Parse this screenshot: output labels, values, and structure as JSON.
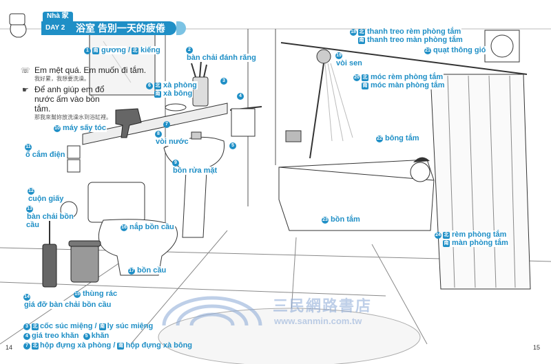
{
  "header": {
    "category": "Nhà 家",
    "day": "DAY 2",
    "title": "浴室  告別一天的疲倦"
  },
  "phrases": [
    {
      "vi": "Em mệt quá. Em muốn đi tắm.",
      "zh": "我好累，我想要洗澡。"
    },
    {
      "vi": "Để anh giúp em đổ nước ấm vào bồn tắm.",
      "zh": "那我來幫妳放洗澡水到浴缸裡。"
    }
  ],
  "labels": {
    "l1": {
      "num": "1",
      "kind": "南",
      "a": "gương",
      "sep": "/",
      "kind2": "北",
      "b": "kiếng"
    },
    "l2": {
      "num": "2",
      "a": "bàn chải đánh răng"
    },
    "l3": {
      "num": "3"
    },
    "l4": {
      "num": "4"
    },
    "l5": {
      "num": "5"
    },
    "l6": {
      "num": "6",
      "kind": "北",
      "a": "xà phòng",
      "kind2": "南",
      "b": "xà bông"
    },
    "l7": {
      "num": "7"
    },
    "l8": {
      "num": "8",
      "a": "vòi nước"
    },
    "l9": {
      "num": "9",
      "a": "bồn rửa mặt"
    },
    "l10": {
      "num": "10",
      "a": "máy sấy tóc"
    },
    "l11": {
      "num": "11",
      "a": "ổ cắm điện"
    },
    "l12": {
      "num": "12",
      "a": "cuộn giấy"
    },
    "l13": {
      "num": "13",
      "a": "bàn chải bồn cầu"
    },
    "l14": {
      "num": "14",
      "a": "giá đỡ bàn chải bồn cầu"
    },
    "l15": {
      "num": "15",
      "a": "thùng rác"
    },
    "l16": {
      "num": "16",
      "a": "nắp bồn cầu"
    },
    "l17": {
      "num": "17",
      "a": "bồn cầu"
    },
    "l18": {
      "num": "18",
      "kind": "北",
      "a": "thanh treo rèm phòng tắm",
      "kind2": "南",
      "b": "thanh treo màn phòng tắm"
    },
    "l19": {
      "num": "19",
      "a": "vòi sen"
    },
    "l20": {
      "num": "20",
      "kind": "北",
      "a": "móc rèm phòng tắm",
      "kind2": "南",
      "b": "móc màn phòng tắm"
    },
    "l21": {
      "num": "21",
      "a": "quạt thông gió"
    },
    "l22": {
      "num": "22",
      "a": "bông tắm"
    },
    "l23": {
      "num": "23",
      "a": "bồn tắm"
    },
    "l24": {
      "num": "24",
      "kind": "北",
      "a": "rèm phòng tắm",
      "kind2": "南",
      "b": "màn phòng tắm"
    }
  },
  "legend": [
    {
      "num": "3",
      "kind": "北",
      "a": "cốc súc miệng",
      "sep": "/",
      "kind2": "南",
      "b": "ly súc miệng"
    },
    {
      "num": "4",
      "a": "giá treo khăn",
      "num2": "5",
      "b": "khăn"
    },
    {
      "num": "7",
      "kind": "北",
      "a": "hộp đựng xà phòng",
      "sep": "/",
      "kind2": "南",
      "b": "hộp đựng xà bông"
    }
  ],
  "watermark": {
    "name": "三民網路書店",
    "url": "www.sanmin.com.tw"
  },
  "pages": {
    "left": "14",
    "right": "15"
  },
  "colors": {
    "accent": "#1f8fc6",
    "accent_light": "#7cc3e4",
    "line": "#333333",
    "tile": "#9a9a9a"
  }
}
